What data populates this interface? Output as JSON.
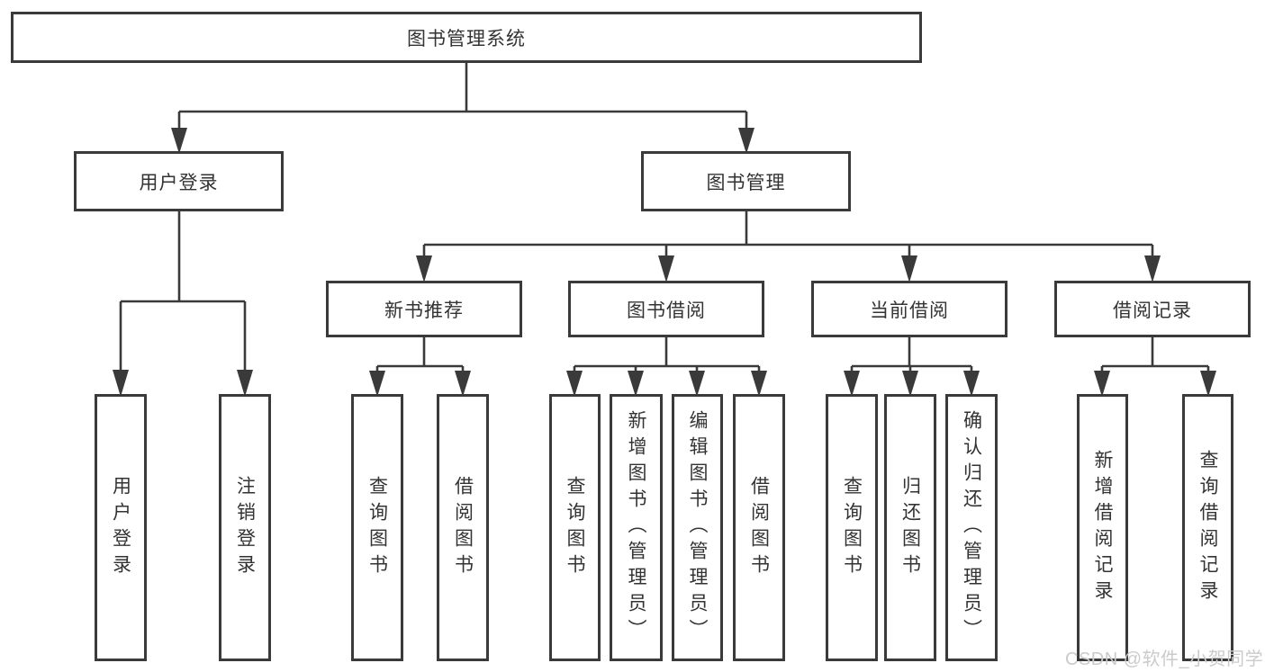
{
  "diagram": {
    "type": "tree",
    "title": "图书管理系统",
    "colors": {
      "line": "#3a3a3a",
      "box_border": "#3a3a3a",
      "box_fill": "#ffffff",
      "text": "#333333",
      "watermark": "#cbcbcb"
    },
    "nodes": {
      "root": {
        "label": "图书管理系统"
      },
      "user_login": {
        "label": "用户登录"
      },
      "book_mgmt": {
        "label": "图书管理"
      },
      "new_book_rec": {
        "label": "新书推荐"
      },
      "book_borrow": {
        "label": "图书借阅"
      },
      "current_borrow": {
        "label": "当前借阅"
      },
      "borrow_records": {
        "label": "借阅记录"
      },
      "ul_user_login": {
        "label": "用户登录"
      },
      "ul_logout": {
        "label": "注销登录"
      },
      "nbr_query_book": {
        "label": "查询图书"
      },
      "nbr_borrow_book": {
        "label": "借阅图书"
      },
      "bb_query_book": {
        "label": "查询图书"
      },
      "bb_add_book": {
        "label": "新增图书（管理员）"
      },
      "bb_edit_book": {
        "label": "编辑图书（管理员）"
      },
      "bb_borrow_book": {
        "label": "借阅图书"
      },
      "cb_query_book": {
        "label": "查询图书"
      },
      "cb_return_book": {
        "label": "归还图书"
      },
      "cb_confirm_return": {
        "label": "确认归还（管理员）"
      },
      "br_add_record": {
        "label": "新增借阅记录"
      },
      "br_query_record": {
        "label": "查询借阅记录"
      }
    },
    "hierarchy": {
      "图书管理系统": {
        "用户登录": [
          "用户登录",
          "注销登录"
        ],
        "图书管理": {
          "新书推荐": [
            "查询图书",
            "借阅图书"
          ],
          "图书借阅": [
            "查询图书",
            "新增图书（管理员）",
            "编辑图书（管理员）",
            "借阅图书"
          ],
          "当前借阅": [
            "查询图书",
            "归还图书",
            "确认归还（管理员）"
          ],
          "借阅记录": [
            "新增借阅记录",
            "查询借阅记录"
          ]
        }
      }
    },
    "watermark": "CSDN @软件_小贺同学"
  }
}
